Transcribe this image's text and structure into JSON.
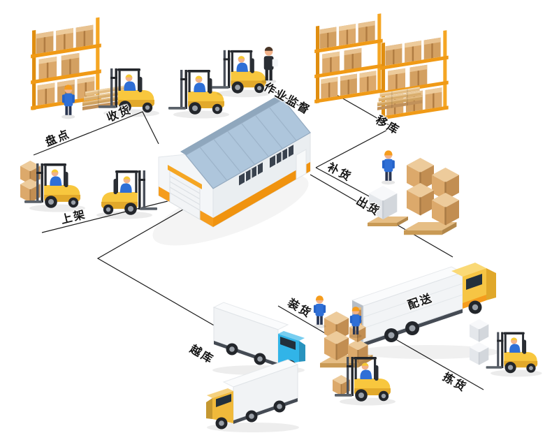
{
  "diagram": {
    "type": "isometric-warehouse-logistics-flow",
    "background_color": "#ffffff",
    "connector_color": "#1b1b1b",
    "labels": {
      "inventory_check": "盘点",
      "receiving": "收货",
      "operation_supervision": "作业监督",
      "warehouse_transfer": "移库",
      "replenishment": "补货",
      "putaway": "上架",
      "shipping": "出货",
      "cross_docking": "越库",
      "loading": "装货",
      "delivery": "配送",
      "picking": "拣货"
    },
    "colors": {
      "rack_orange": "#F5A623",
      "accent_orange": "#F59C1D",
      "forklift_yellow": "#F8C73E",
      "roof_blue": "#AEC6DC",
      "wall_white": "#F4F6F8",
      "box_cardboard": "#DCA96B",
      "truck_cab_blue": "#31B4E8",
      "truck_cab_yellow": "#F0B93B",
      "worker_uniform_blue": "#2F6FD6"
    }
  }
}
